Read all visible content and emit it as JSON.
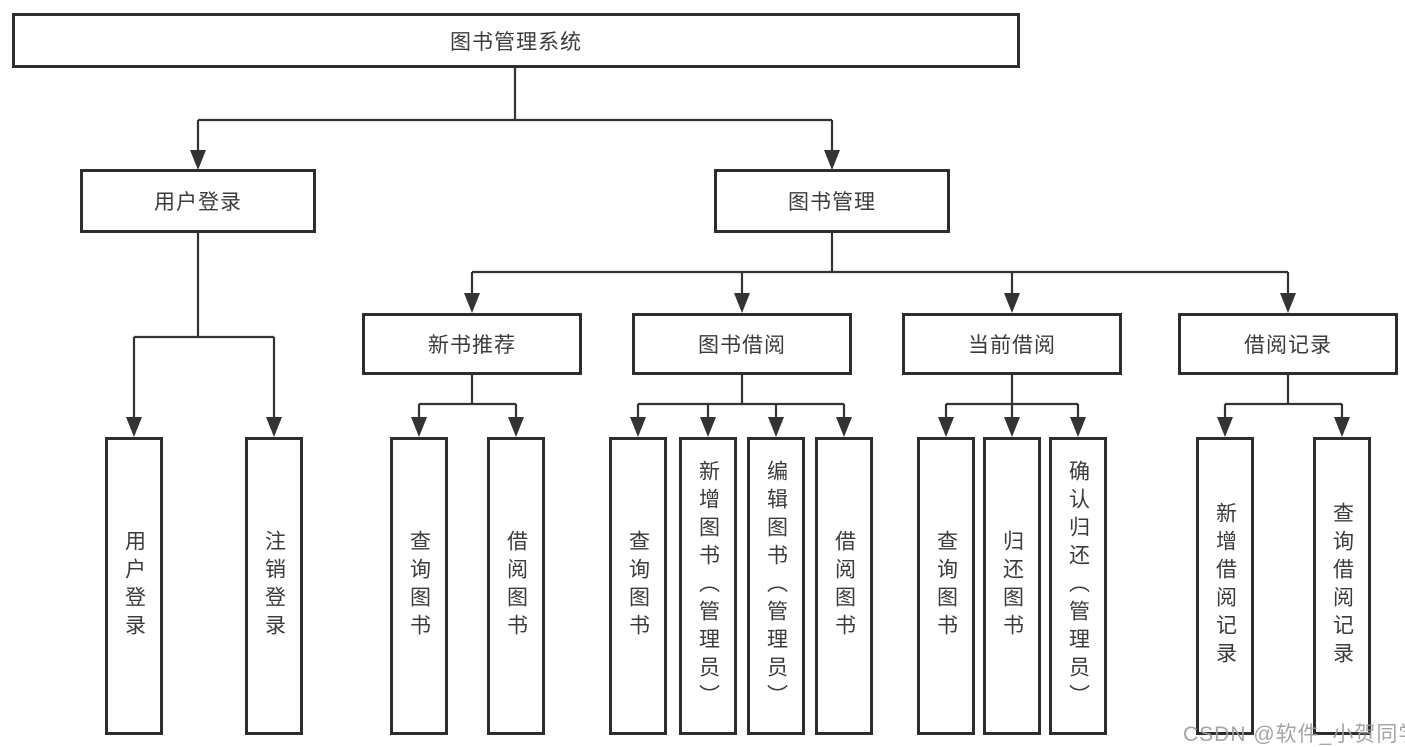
{
  "diagram": {
    "title": "图书管理系统",
    "level2": [
      {
        "label": "用户登录"
      },
      {
        "label": "图书管理"
      }
    ],
    "level3": [
      {
        "label": "新书推荐"
      },
      {
        "label": "图书借阅"
      },
      {
        "label": "当前借阅"
      },
      {
        "label": "借阅记录"
      }
    ],
    "leaves": {
      "user_login": [
        "用户登录",
        "注销登录"
      ],
      "new_book_recommend": [
        "查询图书",
        "借阅图书"
      ],
      "book_borrow": [
        "查询图书",
        "新增图书（管理员）",
        "编辑图书（管理员）",
        "借阅图书"
      ],
      "current_borrow": [
        "查询图书",
        "归还图书",
        "确认归还（管理员）"
      ],
      "borrow_record": [
        "新增借阅记录",
        "查询借阅记录"
      ]
    },
    "colors": {
      "line": "#333333",
      "border": "#2d2d2d",
      "text": "#3b3b3b",
      "background": "#ffffff",
      "watermark": "#9e9e9e"
    }
  },
  "watermark": {
    "text": "CSDN @软件_小贺同学"
  }
}
